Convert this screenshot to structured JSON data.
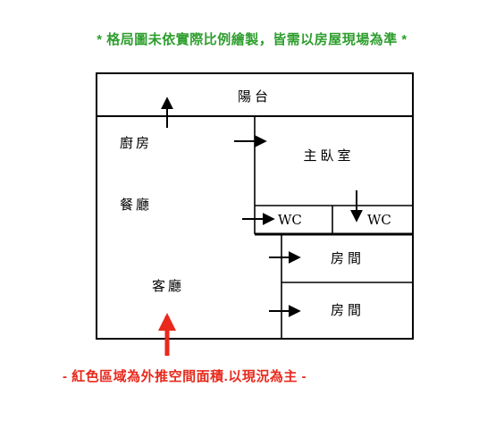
{
  "notes": {
    "top": "* 格局圖未依實際比例繪製，皆需以房屋現場為準 *",
    "bottom": "- 紅色區域為外推空間面積.以現況為主 -"
  },
  "rooms": {
    "balcony": "陽台",
    "kitchen": "廚房",
    "dining": "餐廳",
    "living": "客廳",
    "master": "主臥室",
    "wc1": "WC",
    "wc2": "WC",
    "room1": "房間",
    "room2": "房間"
  },
  "colors": {
    "note_top": "#2e9e2e",
    "note_bottom": "#e8291c",
    "extension_arrow": "#e8291c",
    "walls": "#000000"
  }
}
